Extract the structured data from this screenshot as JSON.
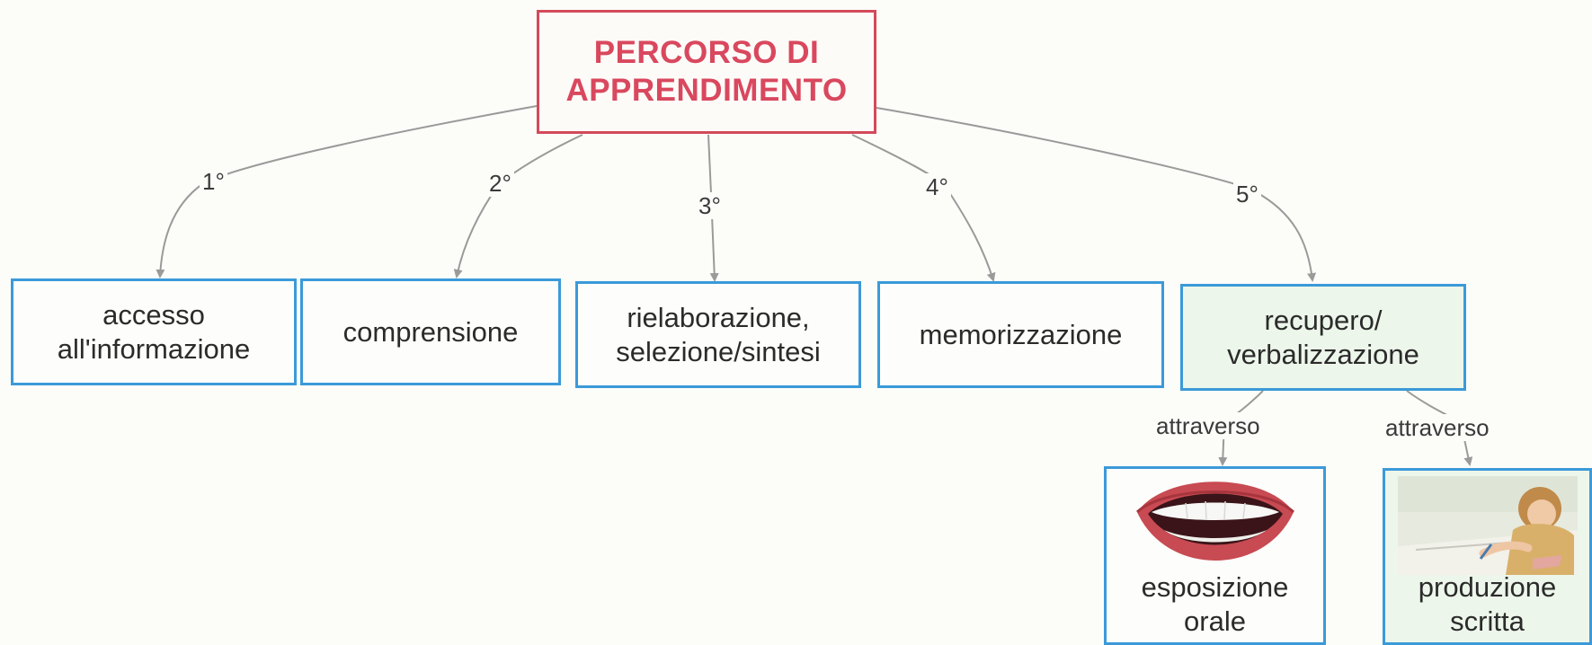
{
  "root": {
    "label": "PERCORSO DI\nAPPRENDIMENTO"
  },
  "steps": [
    {
      "order": "1°",
      "label": "accesso\nall'informazione"
    },
    {
      "order": "2°",
      "label": "comprensione"
    },
    {
      "order": "3°",
      "label": "rielaborazione,\nselezione/sintesi"
    },
    {
      "order": "4°",
      "label": "memorizzazione"
    },
    {
      "order": "5°",
      "label": "recupero/\nverbalizzazione"
    }
  ],
  "outputs": [
    {
      "connector": "attraverso",
      "label": "esposizione\norale",
      "icon": "mouth-illustration"
    },
    {
      "connector": "attraverso",
      "label": "produzione\nscritta",
      "icon": "child-writing-photo"
    }
  ],
  "colors": {
    "root_border": "#d34a5a",
    "root_text": "#d9485e",
    "box_border": "#3b9ad9",
    "highlight_fill": "#edf6ea",
    "edge": "#9a9a9a"
  }
}
